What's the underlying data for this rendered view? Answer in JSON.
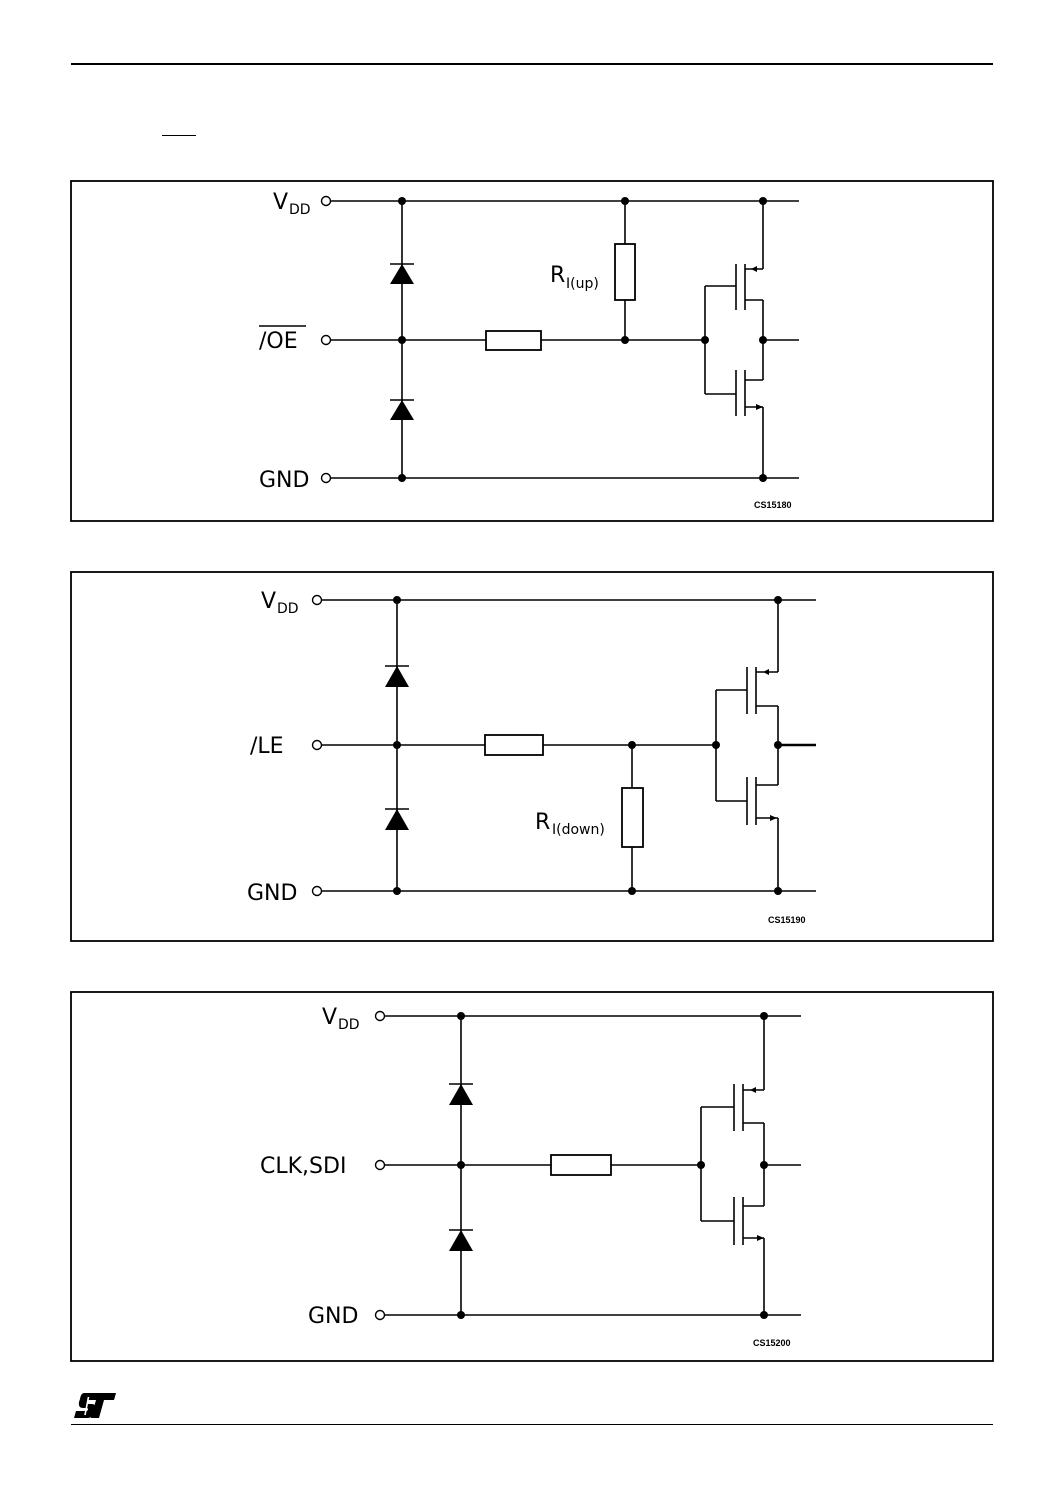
{
  "diagrams": [
    {
      "vdd_main": "V",
      "vdd_sub": "DD",
      "input_label": "/OE",
      "gnd_label": "GND",
      "resistor_main": "R",
      "resistor_sub": "I(up)",
      "code": "CS15180"
    },
    {
      "vdd_main": "V",
      "vdd_sub": "DD",
      "input_label": "/LE",
      "gnd_label": "GND",
      "resistor_main": "R",
      "resistor_sub": "I(down)",
      "code": "CS15190"
    },
    {
      "vdd_main": "V",
      "vdd_sub": "DD",
      "input_label": "CLK,SDI",
      "gnd_label": "GND",
      "code": "CS15200"
    }
  ],
  "footer": {
    "logo_text": "ST"
  }
}
